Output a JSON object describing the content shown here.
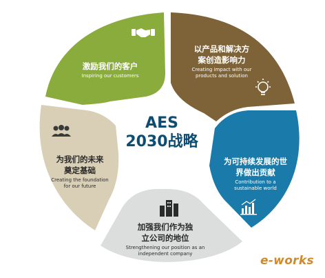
{
  "center": {
    "line1": "AES",
    "line2": "2030战略"
  },
  "segments": [
    {
      "zh": "激励我们的客户",
      "en": "Inspiring our customers",
      "icon": "handshake-icon",
      "color": "#8aac3c"
    },
    {
      "zh1": "以产品和解决方",
      "zh2": "案创造影响力",
      "en1": "Creating impact with our",
      "en2": "products and solution",
      "icon": "lightbulb-icon",
      "color": "#7e6338"
    },
    {
      "zh1": "为可持续发展的世",
      "zh2": "界做出贡献",
      "en1": "Contribution to a",
      "en2": "sustainable world",
      "icon": "bar-chart-icon",
      "color": "#1a7bab"
    },
    {
      "zh1": "加强我们作为独",
      "zh2": "立公司的地位",
      "en1": "Strengthening our position as an",
      "en2": "independent company",
      "icon": "buildings-icon",
      "color": "#dcdddd"
    },
    {
      "zh1": "为我们的未来",
      "zh2": "奠定基础",
      "en1": "Creating the foundation",
      "en2": "for our future",
      "icon": "team-icon",
      "color": "#d9cfb6"
    }
  ],
  "watermark": "e-works"
}
